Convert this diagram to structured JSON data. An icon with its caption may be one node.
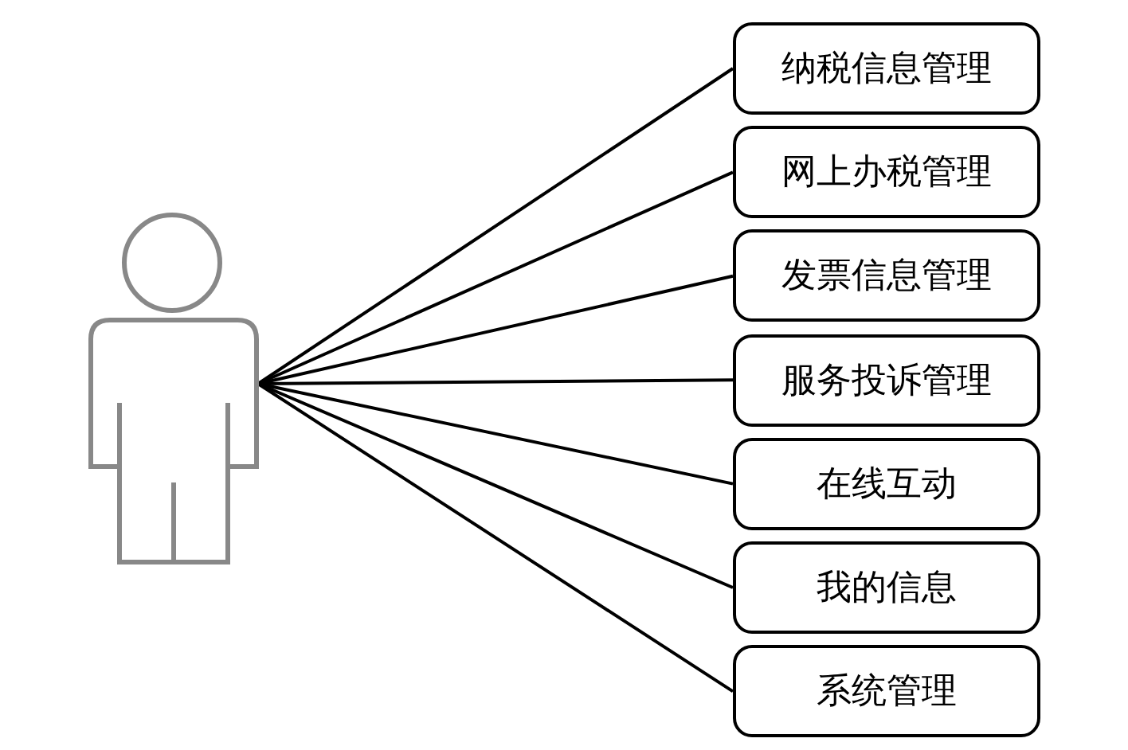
{
  "diagram": {
    "nodes": [
      {
        "text": [],
        "shape": "person"
      },
      {
        "text": [
          "纳税信息管理"
        ]
      },
      {
        "text": [
          "网上办税管理"
        ]
      },
      {
        "text": [
          "发票信息管理"
        ]
      },
      {
        "text": [
          "服务投诉管理"
        ]
      },
      {
        "text": [
          "在线互动"
        ]
      },
      {
        "text": [
          "我的信息"
        ]
      },
      {
        "text": [
          "系统管理"
        ]
      }
    ],
    "edges": [
      {
        "from": 0,
        "to": 1,
        "arrow": "none"
      },
      {
        "from": 0,
        "to": 2,
        "arrow": "none"
      },
      {
        "from": 0,
        "to": 3,
        "arrow": "none"
      },
      {
        "from": 0,
        "to": 4,
        "arrow": "none"
      },
      {
        "from": 0,
        "to": 5,
        "arrow": "none"
      },
      {
        "from": 0,
        "to": 6,
        "arrow": "none"
      },
      {
        "from": 0,
        "to": 7,
        "arrow": "none"
      }
    ]
  }
}
